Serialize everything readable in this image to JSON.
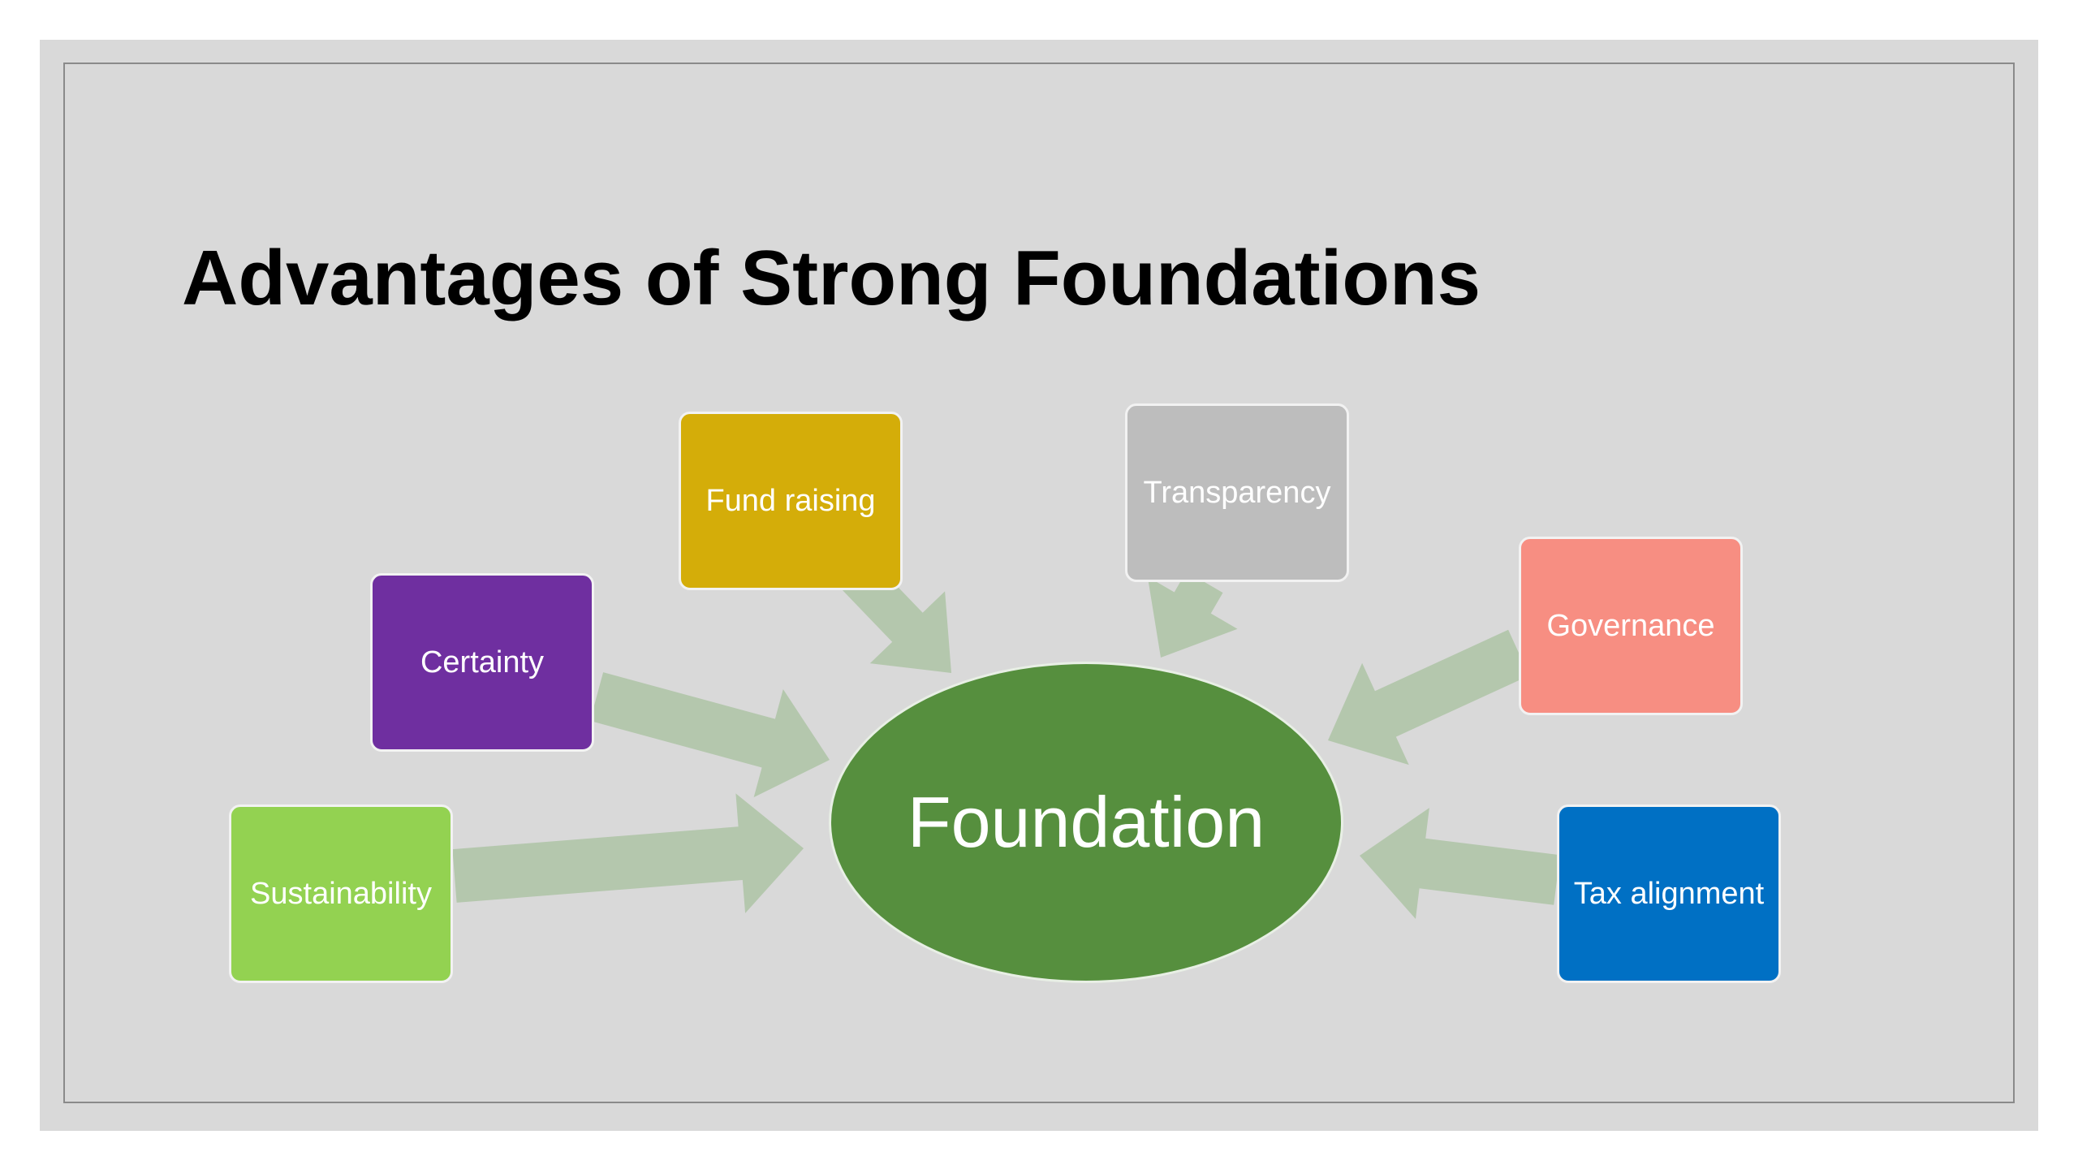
{
  "slide": {
    "title": "Advantages of Strong Foundations"
  },
  "diagram": {
    "hub": {
      "label": "Foundation",
      "color": "#568f3e"
    },
    "arrow_color": "#b4c7ad",
    "nodes": [
      {
        "id": "fund-raising",
        "label": "Fund raising",
        "color": "#d4ad09"
      },
      {
        "id": "transparency",
        "label": "Transparency",
        "color": "#bdbdbd"
      },
      {
        "id": "certainty",
        "label": "Certainty",
        "color": "#6f2fa0"
      },
      {
        "id": "governance",
        "label": "Governance",
        "color": "#f78e82"
      },
      {
        "id": "sustainability",
        "label": "Sustainability",
        "color": "#93d251"
      },
      {
        "id": "tax-alignment",
        "label": "Tax alignment",
        "color": "#0070c4"
      }
    ]
  }
}
